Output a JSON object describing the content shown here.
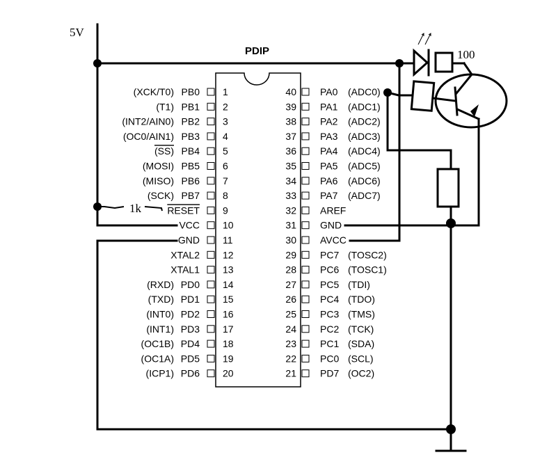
{
  "supply_label": "5V",
  "package_label": "PDIP",
  "reset_resistor_label": "1k",
  "led_resistor_label": "100",
  "left_pins": [
    {
      "num": "1",
      "name": "PB0",
      "alt": "(XCK/T0)"
    },
    {
      "num": "2",
      "name": "PB1",
      "alt": "(T1)"
    },
    {
      "num": "3",
      "name": "PB2",
      "alt": "(INT2/AIN0)"
    },
    {
      "num": "4",
      "name": "PB3",
      "alt": "(OC0/AIN1)"
    },
    {
      "num": "5",
      "name": "PB4",
      "alt": "(SS)",
      "overline_alt": true
    },
    {
      "num": "6",
      "name": "PB5",
      "alt": "(MOSI)"
    },
    {
      "num": "7",
      "name": "PB6",
      "alt": "(MISO)"
    },
    {
      "num": "8",
      "name": "PB7",
      "alt": "(SCK)"
    },
    {
      "num": "9",
      "name": "RESET",
      "alt": "",
      "overline_name": true
    },
    {
      "num": "10",
      "name": "VCC",
      "alt": ""
    },
    {
      "num": "11",
      "name": "GND",
      "alt": ""
    },
    {
      "num": "12",
      "name": "XTAL2",
      "alt": ""
    },
    {
      "num": "13",
      "name": "XTAL1",
      "alt": ""
    },
    {
      "num": "14",
      "name": "PD0",
      "alt": "(RXD)"
    },
    {
      "num": "15",
      "name": "PD1",
      "alt": "(TXD)"
    },
    {
      "num": "16",
      "name": "PD2",
      "alt": "(INT0)"
    },
    {
      "num": "17",
      "name": "PD3",
      "alt": "(INT1)"
    },
    {
      "num": "18",
      "name": "PD4",
      "alt": "(OC1B)"
    },
    {
      "num": "19",
      "name": "PD5",
      "alt": "(OC1A)"
    },
    {
      "num": "20",
      "name": "PD6",
      "alt": "(ICP1)"
    }
  ],
  "right_pins": [
    {
      "num": "40",
      "name": "PA0",
      "alt": "(ADC0)"
    },
    {
      "num": "39",
      "name": "PA1",
      "alt": "(ADC1)"
    },
    {
      "num": "38",
      "name": "PA2",
      "alt": "(ADC2)"
    },
    {
      "num": "37",
      "name": "PA3",
      "alt": "(ADC3)"
    },
    {
      "num": "36",
      "name": "PA4",
      "alt": "(ADC4)"
    },
    {
      "num": "35",
      "name": "PA5",
      "alt": "(ADC5)"
    },
    {
      "num": "34",
      "name": "PA6",
      "alt": "(ADC6)"
    },
    {
      "num": "33",
      "name": "PA7",
      "alt": "(ADC7)"
    },
    {
      "num": "32",
      "name": "AREF",
      "alt": ""
    },
    {
      "num": "31",
      "name": "GND",
      "alt": ""
    },
    {
      "num": "30",
      "name": "AVCC",
      "alt": ""
    },
    {
      "num": "29",
      "name": "PC7",
      "alt": "(TOSC2)"
    },
    {
      "num": "28",
      "name": "PC6",
      "alt": "(TOSC1)"
    },
    {
      "num": "27",
      "name": "PC5",
      "alt": "(TDI)"
    },
    {
      "num": "26",
      "name": "PC4",
      "alt": "(TDO)"
    },
    {
      "num": "25",
      "name": "PC3",
      "alt": "(TMS)"
    },
    {
      "num": "24",
      "name": "PC2",
      "alt": "(TCK)"
    },
    {
      "num": "23",
      "name": "PC1",
      "alt": "(SDA)"
    },
    {
      "num": "22",
      "name": "PC0",
      "alt": "(SCL)"
    },
    {
      "num": "21",
      "name": "PD7",
      "alt": "(OC2)"
    }
  ]
}
